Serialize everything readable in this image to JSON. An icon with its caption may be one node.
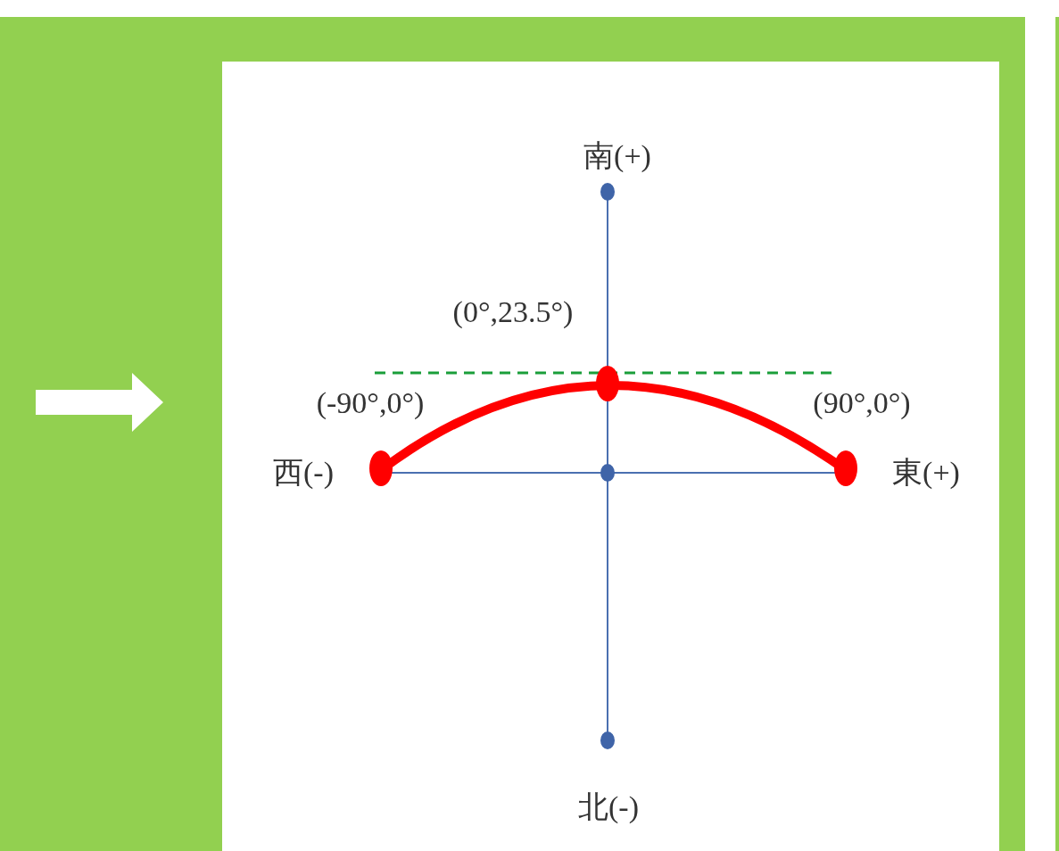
{
  "diagram": {
    "labels": [
      "南(+)",
      "(0°,23.5°)",
      "(-90°,0°)",
      "(90°,0°)",
      "西(-)",
      "東(+)",
      "北(-)"
    ]
  }
}
